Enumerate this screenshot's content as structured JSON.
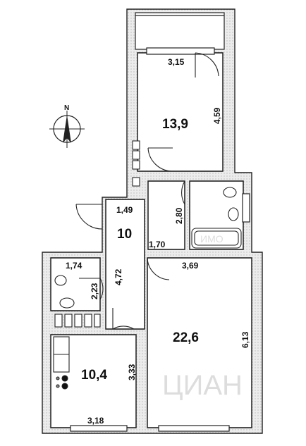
{
  "compass": {
    "label": "N"
  },
  "rooms": [
    {
      "id": "room-north",
      "area": "13,9"
    },
    {
      "id": "hall",
      "area": "10"
    },
    {
      "id": "room-large",
      "area": "22,6"
    },
    {
      "id": "kitchen",
      "area": "10,4"
    }
  ],
  "dimensions": {
    "north_width": "3,15",
    "north_length": "4,59",
    "hall_width": "1,49",
    "bath_width": "1,70",
    "bath_length": "2,80",
    "wc_width": "1,74",
    "wc_length": "2,23",
    "hall_length": "4,72",
    "large_width": "3,69",
    "large_length": "6,13",
    "kitchen_length": "3,33",
    "kitchen_width": "3,18"
  },
  "watermark": {
    "line1": "ЦИАН",
    "line2": "ИМО"
  },
  "colors": {
    "wall_fill": "#ebebeb",
    "wall_stroke": "#222222",
    "line": "#222222"
  }
}
